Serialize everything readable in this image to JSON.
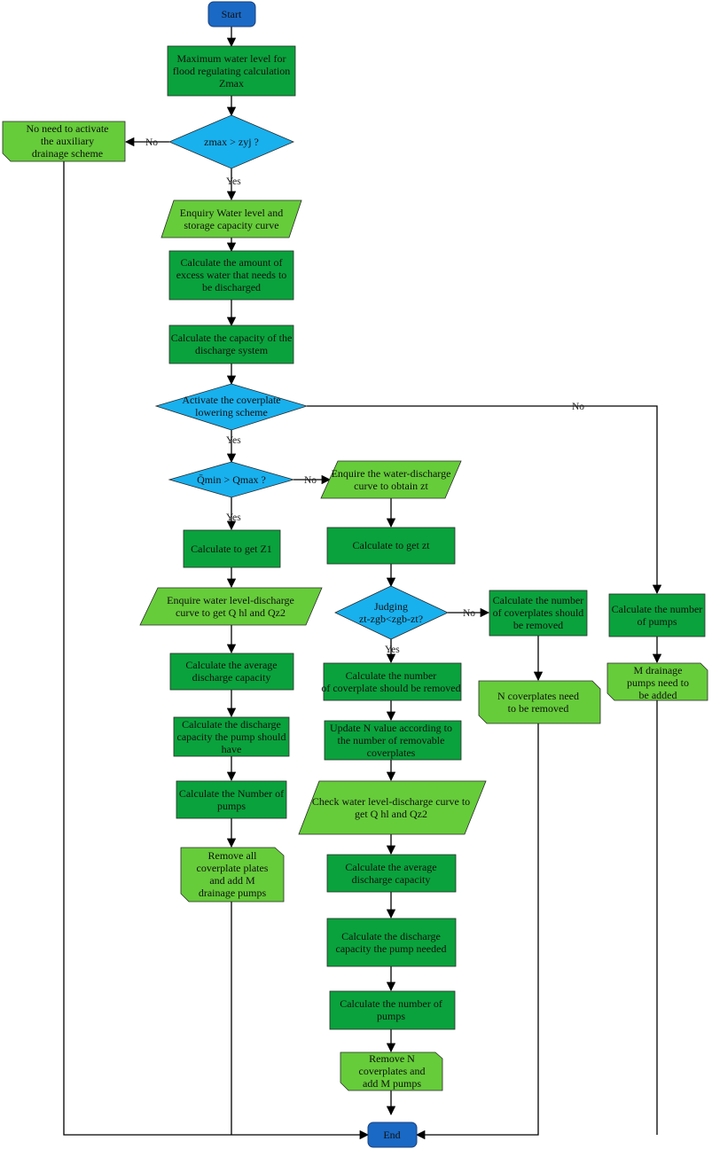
{
  "colors": {
    "process": "#0aa23c",
    "io": "#66cc3a",
    "decision": "#19b0ee",
    "terminal": "#1a69c4"
  },
  "nodes": {
    "start": [
      "Start"
    ],
    "max_level": [
      "Maximum water level for",
      "flood regulating calculation",
      "Zmax"
    ],
    "dec_zmax": [
      "zmax > zyj ?"
    ],
    "no_aux": [
      "No need to activate",
      "the auxiliary",
      "drainage scheme"
    ],
    "enquiry_storage": [
      "Enquiry Water level and",
      "storage capacity curve"
    ],
    "calc_excess": [
      "Calculate the amount of",
      "excess water that needs to",
      "be discharged"
    ],
    "calc_capacity": [
      "Calculate the capacity of the",
      "discharge system"
    ],
    "dec_coverplate": [
      "Activate the coverplate",
      "lowering scheme"
    ],
    "dec_q": [
      "Q̄min > Qmax ?"
    ],
    "calc_z1": [
      "Calculate to get Z1"
    ],
    "enq_level_discharge": [
      "Enquire water level-discharge",
      "curve to get Q hl and Qz2"
    ],
    "calc_avg_1": [
      "Calculate the average",
      "discharge capacity"
    ],
    "calc_pump_cap_1": [
      "Calculate the discharge",
      "capacity the pump should",
      "have"
    ],
    "calc_num_pumps_1": [
      "Calculate the Number of",
      "pumps"
    ],
    "remove_all": [
      "Remove all",
      "coverplate plates",
      "and add M",
      "drainage pumps"
    ],
    "enq_zt": [
      "Enquire the water-discharge",
      "curve to obtain zt"
    ],
    "calc_zt": [
      "Calculate to get zt"
    ],
    "dec_judge": [
      "Judging",
      "zt-zgb<zgb-zt?"
    ],
    "calc_num_cover_right": [
      "Calculate the number",
      "of coverplates should",
      "be removed"
    ],
    "n_cover_removed": [
      "N coverplates need",
      "to be removed"
    ],
    "calc_num_cover_mid": [
      "Calculate the number",
      "of coverplate should be removed"
    ],
    "update_n": [
      "Update N value according to",
      "the number of removable",
      "coverplates"
    ],
    "check_level": [
      "Check water level-discharge curve to",
      "get Q hl and Qz2"
    ],
    "calc_avg_2": [
      "Calculate the average",
      "discharge capacity"
    ],
    "calc_pump_cap_2": [
      "Calculate the discharge",
      "capacity the pump needed"
    ],
    "calc_num_pumps_2": [
      "Calculate the number of",
      "pumps"
    ],
    "remove_n": [
      "Remove N",
      "coverplates and",
      "add M pumps"
    ],
    "calc_num_pumps_3": [
      "Calculate the number",
      "of pumps"
    ],
    "m_pumps": [
      "M drainage",
      "pumps need to",
      "be added"
    ],
    "end": [
      "End"
    ]
  },
  "edge_labels": {
    "zmax_no": "No",
    "zmax_yes": "Yes",
    "cover_no": "No",
    "cover_yes": "Yes",
    "q_no": "No",
    "q_yes": "Yes",
    "judge_no": "No",
    "judge_yes": "Yes"
  }
}
